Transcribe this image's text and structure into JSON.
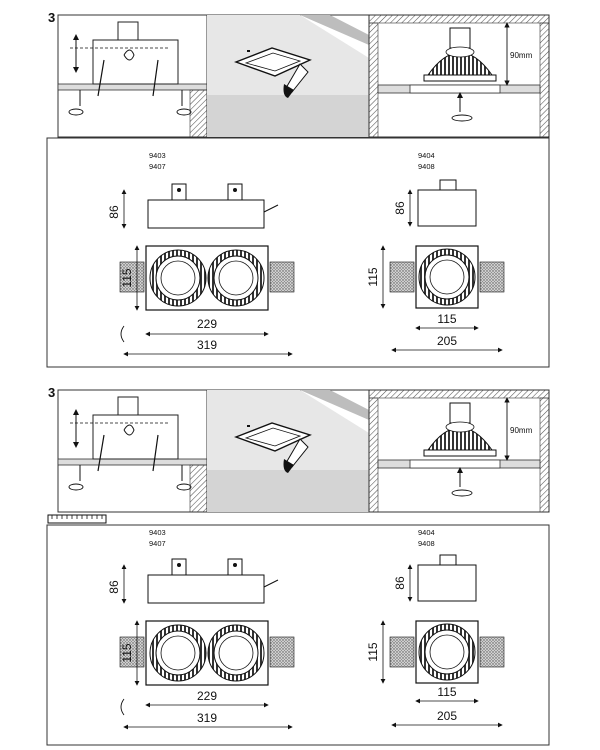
{
  "panels": [
    {
      "step": "3",
      "mounting_height": "90mm",
      "group_double": {
        "models": [
          "9403",
          "9407"
        ],
        "height": "86",
        "depth": "115",
        "inner_width": "229",
        "outer_width": "319"
      },
      "group_single": {
        "models": [
          "9404",
          "9408"
        ],
        "height": "86",
        "depth": "115",
        "inner_width": "115",
        "outer_width": "205"
      }
    },
    {
      "step": "3",
      "mounting_height": "90mm",
      "group_double": {
        "models": [
          "9403",
          "9407"
        ],
        "height": "86",
        "depth": "115",
        "inner_width": "229",
        "outer_width": "319"
      },
      "group_single": {
        "models": [
          "9404",
          "9408"
        ],
        "height": "86",
        "depth": "115",
        "inner_width": "115",
        "outer_width": "205"
      }
    }
  ],
  "icons": [
    "ruler-icon",
    "trowel-icon",
    "rotate-arrow-icon",
    "spring-clip-icon",
    "lamp-icon",
    "cable-icon"
  ]
}
